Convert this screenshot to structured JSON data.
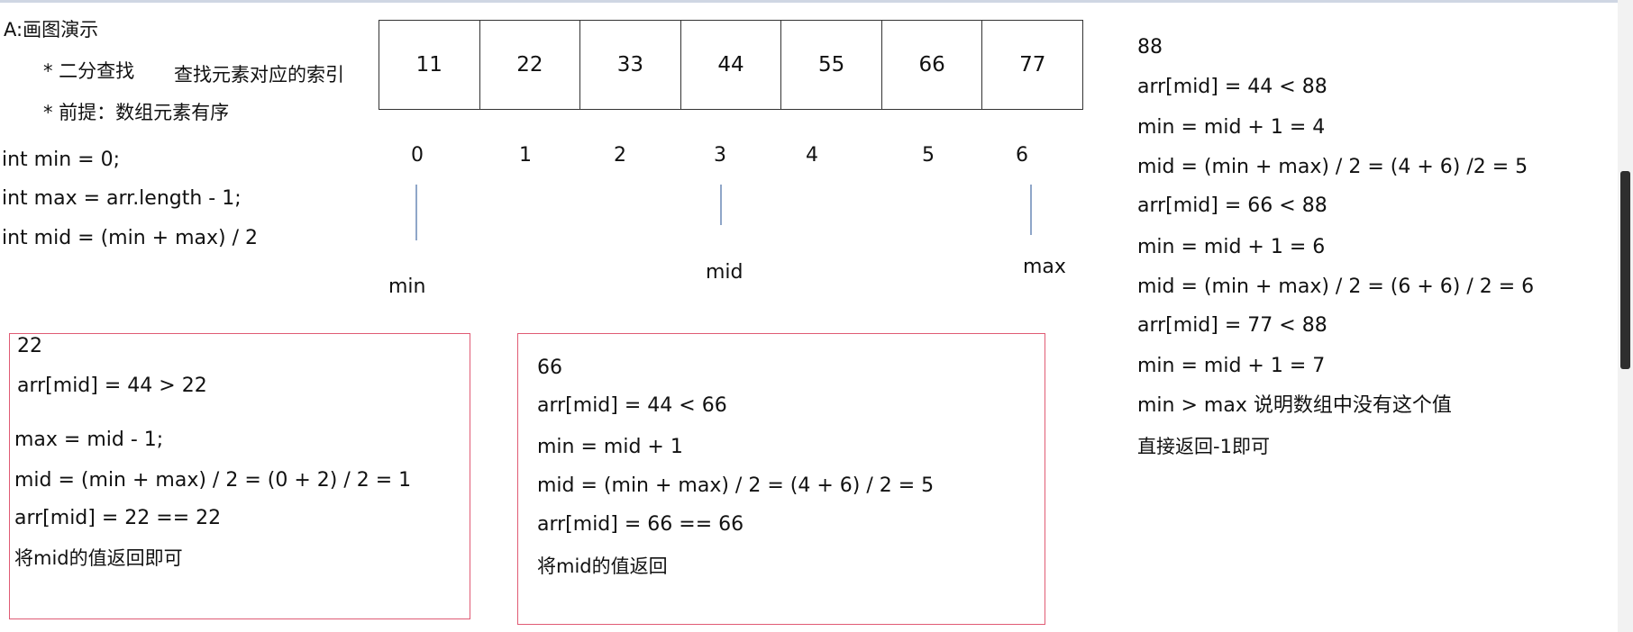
{
  "heading": {
    "title": "A:画图演示",
    "bullet1": "* 二分查找",
    "bullet1_desc": "查找元素对应的索引",
    "bullet2": "* 前提：数组元素有序"
  },
  "code": {
    "line1": "int min = 0;",
    "line2": "int max = arr.length - 1;",
    "line3": "int mid = (min + max) / 2"
  },
  "array": {
    "values": [
      "11",
      "22",
      "33",
      "44",
      "55",
      "66",
      "77"
    ],
    "indices": [
      "0",
      "1",
      "2",
      "3",
      "4",
      "5",
      "6"
    ]
  },
  "pointers": {
    "min": "min",
    "mid": "mid",
    "max": "max"
  },
  "box_22": {
    "target": "22",
    "l1": "arr[mid] = 44 > 22",
    "l2": "max = mid - 1;",
    "l3": "mid = (min + max) / 2 = (0 + 2) / 2 = 1",
    "l4": "arr[mid] = 22 == 22",
    "l5": "将mid的值返回即可"
  },
  "box_66": {
    "target": "66",
    "l1": "arr[mid] = 44 < 66",
    "l2": "min = mid + 1",
    "l3": "mid = (min + max) / 2 = (4 + 6) / 2 = 5",
    "l4": "arr[mid] = 66 == 66",
    "l5": "将mid的值返回"
  },
  "right_88": {
    "target": "88",
    "l1": "arr[mid] = 44 < 88",
    "l2": "min = mid + 1 = 4",
    "l3": "mid = (min + max) / 2 = (4 + 6) /2 = 5",
    "l4": "arr[mid] = 66 < 88",
    "l5": "min = mid + 1 = 6",
    "l6": "mid = (min + max) / 2 = (6 + 6) / 2 = 6",
    "l7": "arr[mid] = 77 < 88",
    "l8": "min = mid + 1 = 7",
    "l9": "min > max 说明数组中没有这个值",
    "l10": "直接返回-1即可"
  },
  "colors": {
    "box_border": "#e05b74",
    "tick": "#8fa6c8"
  }
}
